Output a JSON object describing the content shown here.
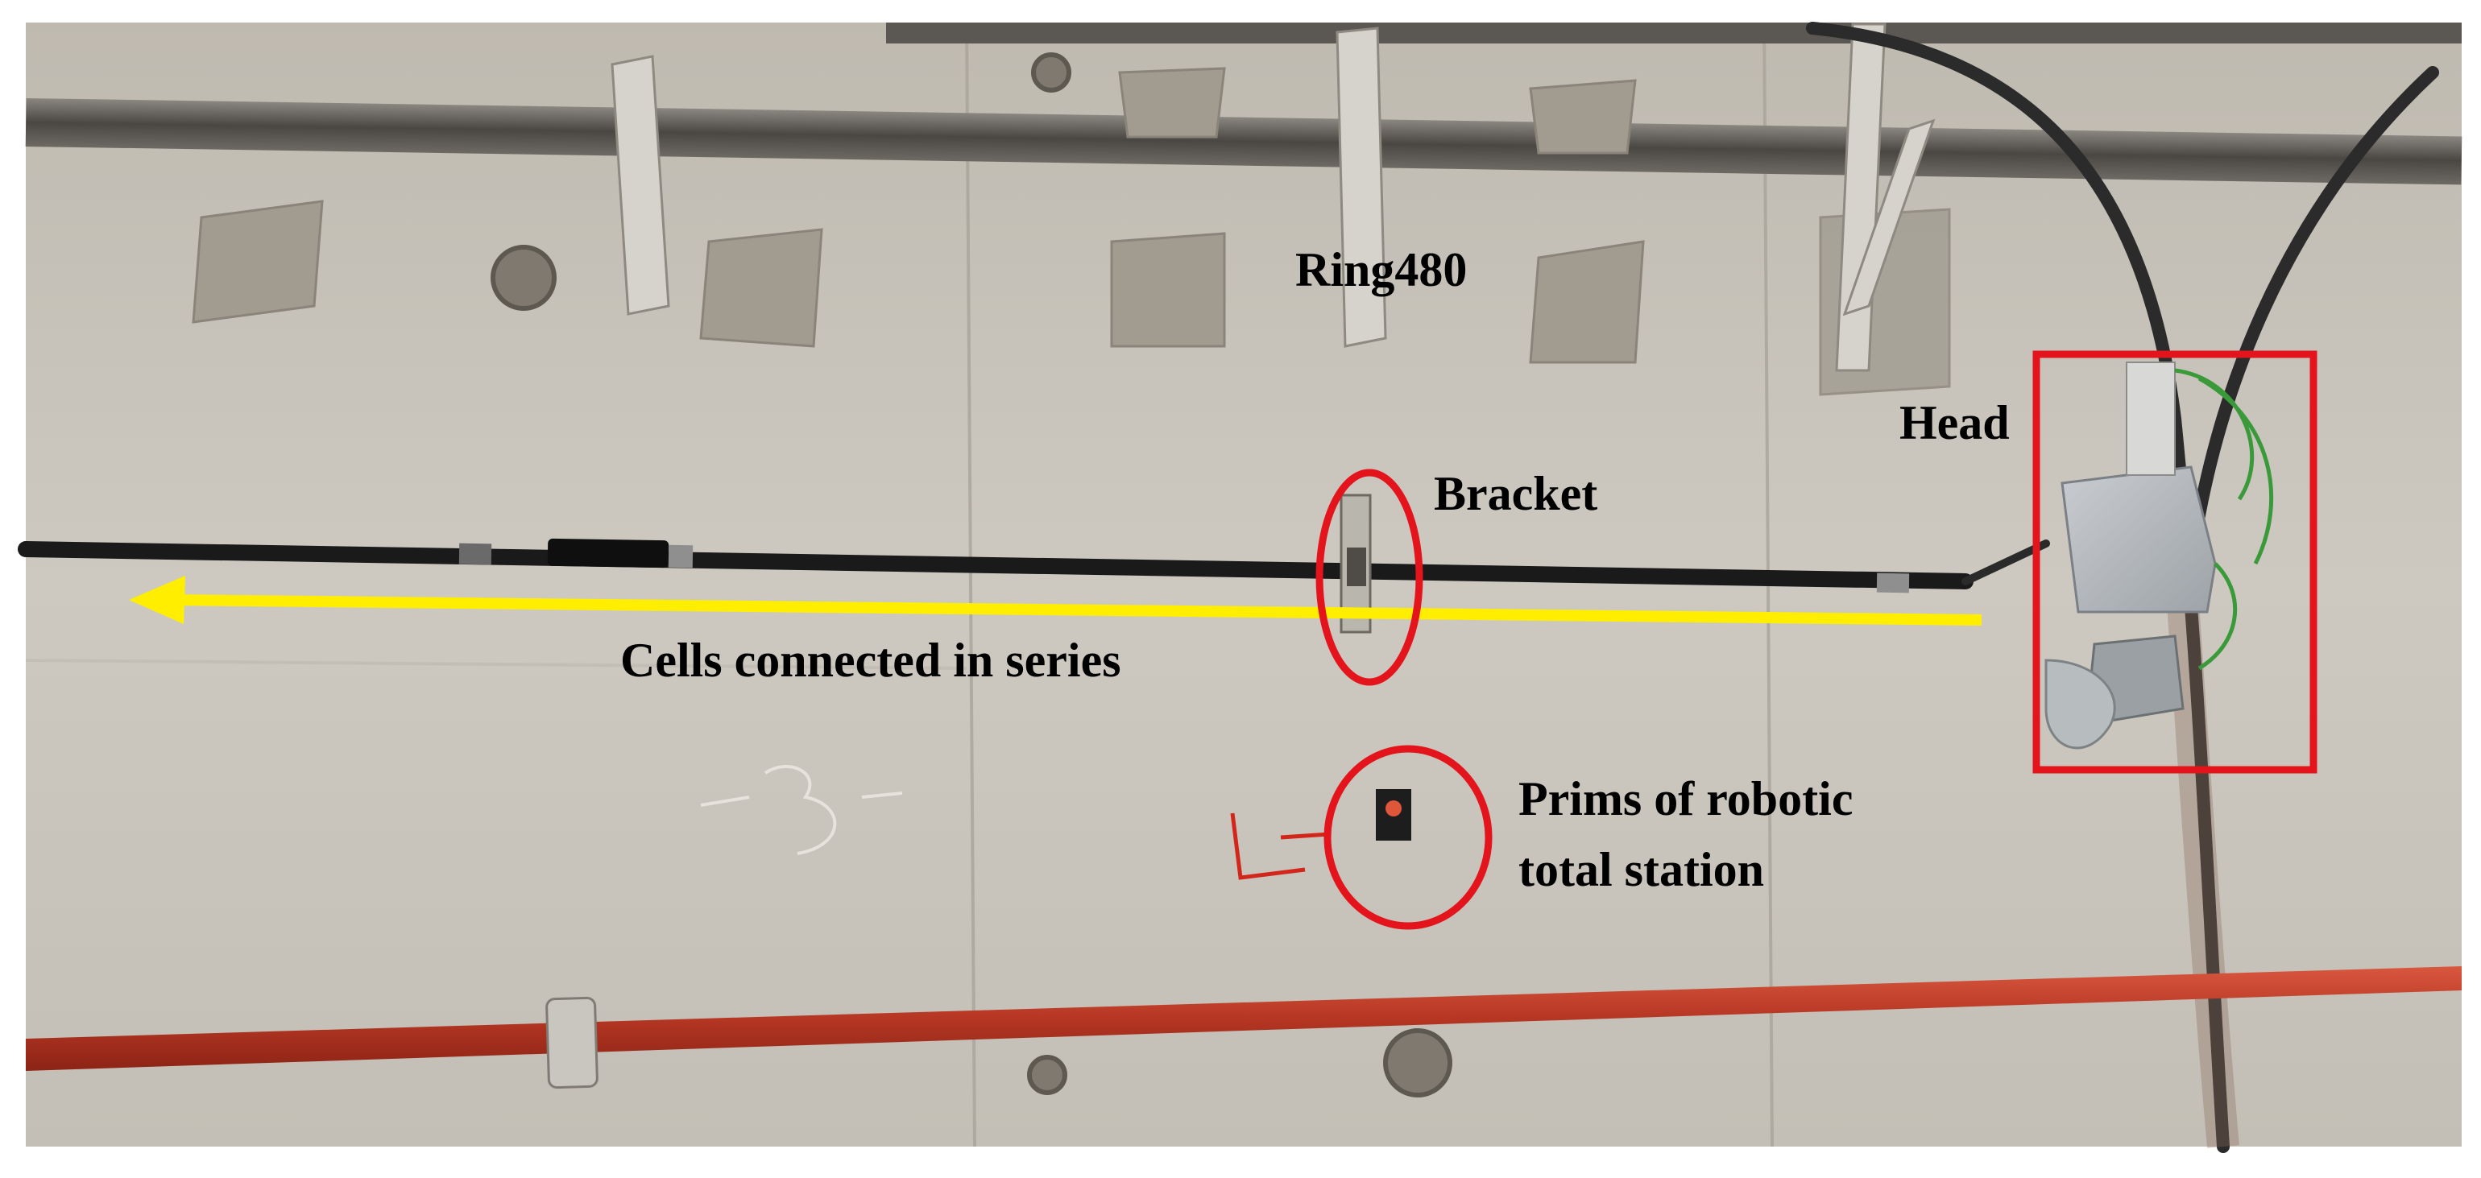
{
  "labels": {
    "ring": "Ring480",
    "bracket": "Bracket",
    "head": "Head",
    "cells": "Cells connected in series",
    "prism_line1": "Prims of robotic",
    "prism_line2": "total station"
  },
  "colors": {
    "annotation_red": "#e3141b",
    "arrow_yellow": "#ffee00",
    "pipe_red": "#c0392b",
    "concrete": "#c8c4bb",
    "text": "#000000"
  }
}
